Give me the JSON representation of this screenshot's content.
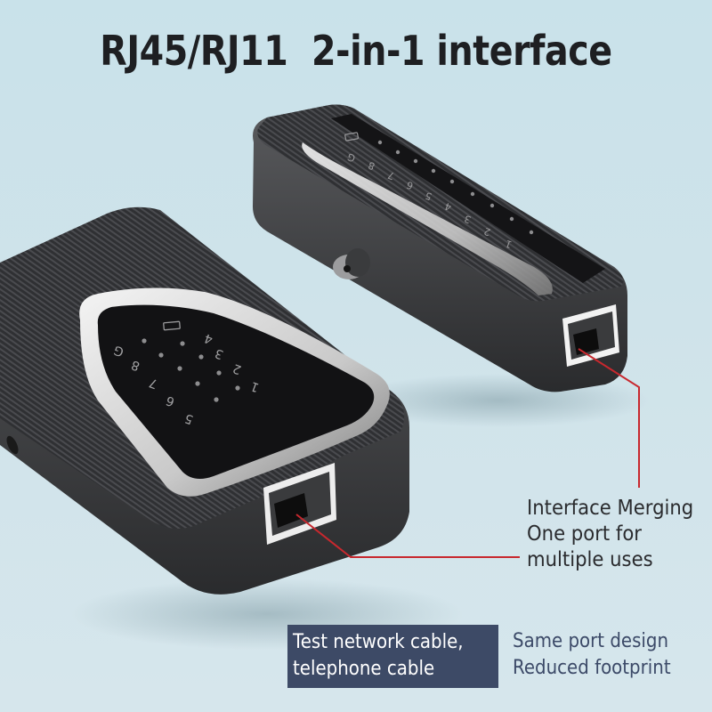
{
  "header": {
    "title": "RJ45/RJ11  2-in-1 interface"
  },
  "products": {
    "main_unit": {
      "keypad_labels": [
        "1",
        "2",
        "3",
        "4",
        "5",
        "6",
        "7",
        "8",
        "G"
      ],
      "battery_indicator": "battery-icon",
      "port": "RJ45/RJ11 combo port"
    },
    "remote_unit": {
      "keypad_labels": [
        "1",
        "2",
        "3",
        "4",
        "5",
        "6",
        "7",
        "8",
        "G"
      ],
      "battery_indicator": "battery-icon",
      "port": "RJ45/RJ11 combo port"
    }
  },
  "callout": {
    "lines": [
      "Interface Merging",
      "One port for",
      "multiple uses"
    ],
    "line_color": "#c8282e"
  },
  "badge": {
    "lines": [
      "Test network cable,",
      "telephone cable"
    ],
    "background": "#3d4a66"
  },
  "note": {
    "lines": [
      "Same port design",
      "Reduced footprint"
    ]
  },
  "colors": {
    "background": "#cde3ea",
    "device_body": "#2e2f31",
    "accent_line": "#c8282e",
    "title_text": "#1e1f22"
  }
}
